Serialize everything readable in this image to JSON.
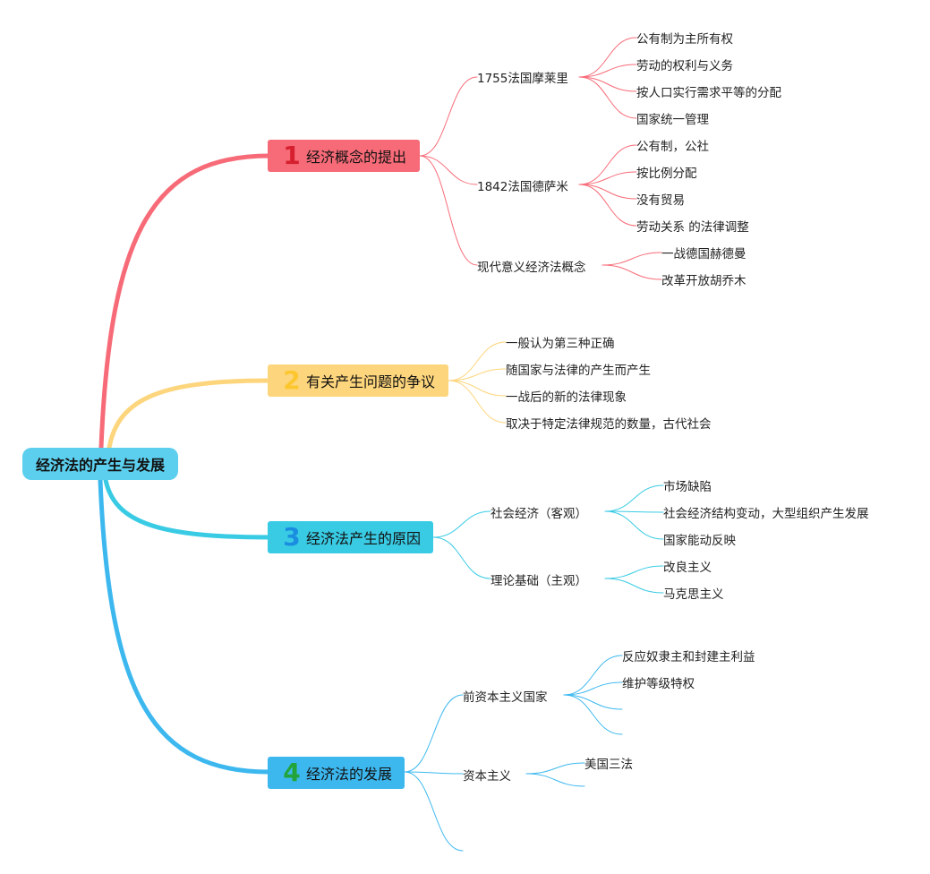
{
  "root": {
    "label": "经济法的产生与发展",
    "color": "#5ccfee"
  },
  "branches": [
    {
      "number": "1",
      "label": "经济概念的提出",
      "color": "#f76b78",
      "number_color": "#d6202f",
      "children": [
        {
          "label": "1755法国摩莱里",
          "leaves": [
            "公有制为主所有权",
            "劳动的权利与义务",
            "按人口实行需求平等的分配",
            "国家统一管理"
          ]
        },
        {
          "label": "1842法国德萨米",
          "leaves": [
            "公有制，公社",
            "按比例分配",
            "没有贸易",
            "劳动关系 的法律调整"
          ]
        },
        {
          "label": "现代意义经济法概念",
          "leaves": [
            "一战德国赫德曼",
            "改革开放胡乔木"
          ]
        }
      ]
    },
    {
      "number": "2",
      "label": "有关产生问题的争议",
      "color": "#fdd57c",
      "number_color": "#fcc72e",
      "leaves": [
        "一般认为第三种正确",
        "随国家与法律的产生而产生",
        "一战后的新的法律现象",
        "取决于特定法律规范的数量，古代社会"
      ]
    },
    {
      "number": "3",
      "label": "经济法产生的原因",
      "color": "#39cbe4",
      "number_color": "#1a8de0",
      "children": [
        {
          "label": "社会经济（客观）",
          "leaves": [
            "市场缺陷",
            "社会经济结构变动，大型组织产生发展",
            "国家能动反映"
          ]
        },
        {
          "label": "理论基础（主观）",
          "leaves": [
            "改良主义",
            "马克思主义"
          ]
        }
      ]
    },
    {
      "number": "4",
      "label": "经济法的发展",
      "color": "#3db8ef",
      "number_color": "#22a43a",
      "children": [
        {
          "label": "前资本主义国家",
          "leaves": [
            "反应奴隶主和封建主利益",
            "维护等级特权",
            "",
            ""
          ]
        },
        {
          "label": "资本主义",
          "leaves": [
            "美国三法",
            ""
          ]
        },
        {
          "label": "",
          "leaves": []
        }
      ]
    }
  ]
}
